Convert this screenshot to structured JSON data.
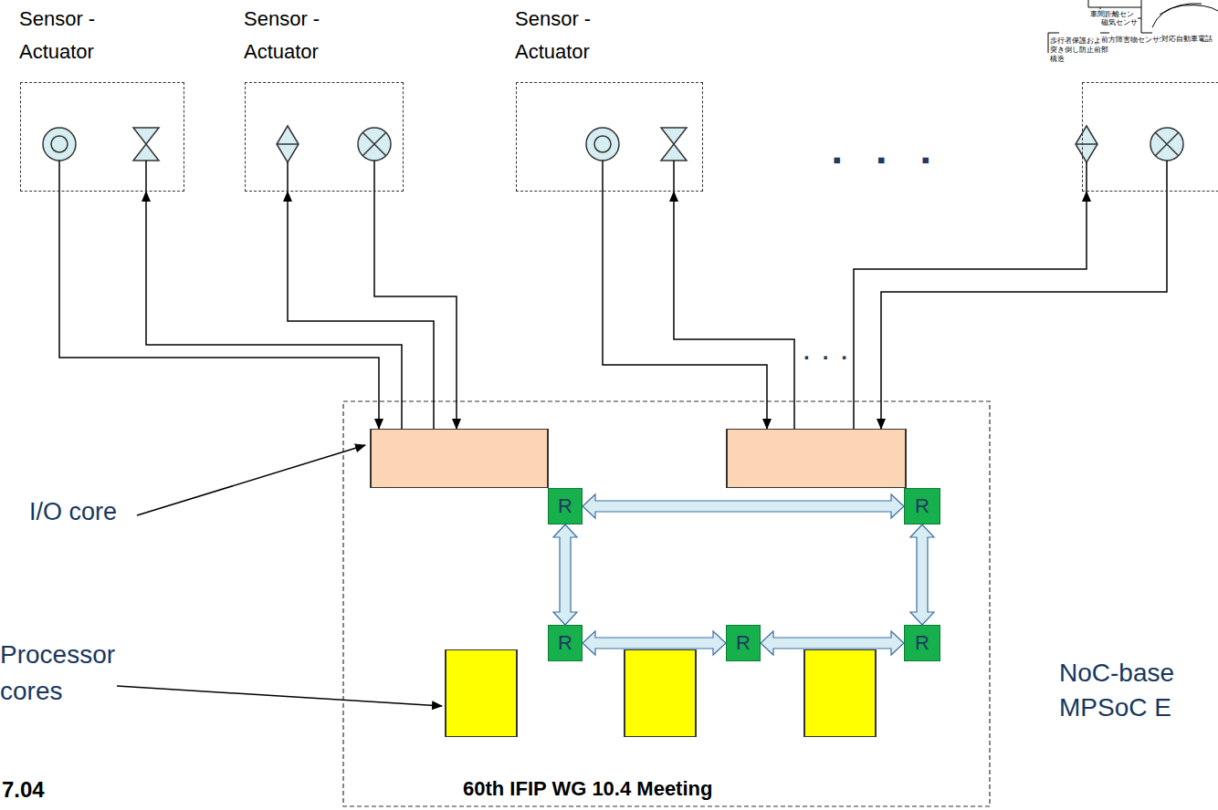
{
  "diagram": {
    "nodes": [
      {
        "text": [
          "Sensor -Actuator"
        ]
      },
      {
        "text": [
          "Sensor -Actuator"
        ]
      },
      {
        "text": [
          "Sensor -Actuator"
        ]
      },
      {
        "text": []
      },
      {
        "text": []
      },
      {
        "text": []
      },
      {
        "text": [
          "R"
        ]
      },
      {
        "text": [
          "R"
        ]
      },
      {
        "text": [
          "R"
        ]
      },
      {
        "text": [
          "R"
        ]
      },
      {
        "text": [
          "R"
        ]
      },
      {
        "text": []
      },
      {
        "text": []
      },
      {
        "text": []
      }
    ],
    "edges": [
      {
        "from": 0,
        "to": 4,
        "arrow": "to"
      },
      {
        "from": 4,
        "to": 0,
        "arrow": "to"
      },
      {
        "from": 4,
        "to": 1,
        "arrow": "to"
      },
      {
        "from": 1,
        "to": 4,
        "arrow": "to"
      },
      {
        "from": 2,
        "to": 5,
        "arrow": "to"
      },
      {
        "from": 5,
        "to": 2,
        "arrow": "to"
      },
      {
        "from": 5,
        "to": 3,
        "arrow": "to"
      },
      {
        "from": 3,
        "to": 5,
        "arrow": "to"
      },
      {
        "from": 6,
        "to": 7,
        "arrow": "both"
      },
      {
        "from": 6,
        "to": 8,
        "arrow": "both"
      },
      {
        "from": 7,
        "to": 10,
        "arrow": "both"
      },
      {
        "from": 8,
        "to": 9,
        "arrow": "both"
      },
      {
        "from": 9,
        "to": 10,
        "arrow": "both"
      }
    ],
    "labels": [
      "▪ ▪ ▪",
      "· · ·",
      "I/O core",
      "Processor cores",
      "NoC-base",
      "MPSoC E",
      "7.04",
      "60th IFIP WG 10.4 Meeting",
      "車間距離セン",
      "磁気センサ",
      "安全対応自動車電話",
      "歩行者保護および 突き倒し防止前部構造",
      "前方障害物センサ"
    ]
  }
}
